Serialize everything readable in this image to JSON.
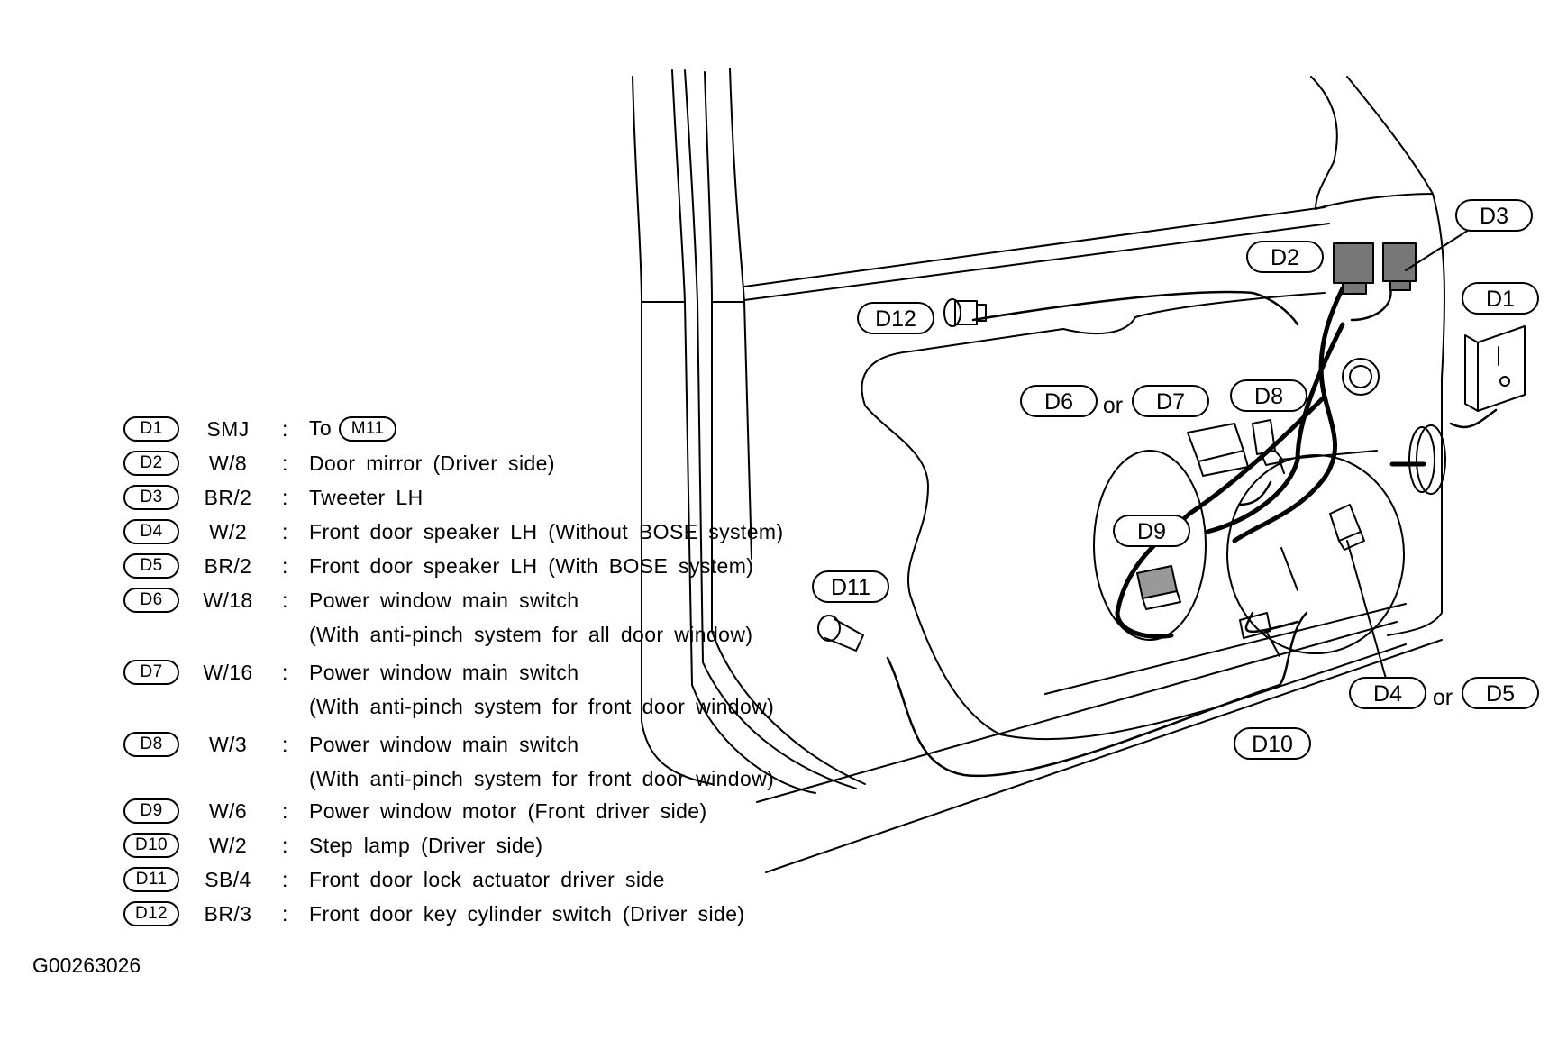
{
  "figure_id": "G00263026",
  "legend": [
    {
      "code": "D1",
      "wire": "SMJ",
      "desc": "To",
      "to_code": "M11",
      "sub": ""
    },
    {
      "code": "D2",
      "wire": "W/8",
      "desc": "Door mirror (Driver side)",
      "sub": ""
    },
    {
      "code": "D3",
      "wire": "BR/2",
      "desc": "Tweeter LH",
      "sub": ""
    },
    {
      "code": "D4",
      "wire": "W/2",
      "desc": "Front door speaker LH (Without BOSE system)",
      "sub": ""
    },
    {
      "code": "D5",
      "wire": "BR/2",
      "desc": "Front door speaker LH (With BOSE system)",
      "sub": ""
    },
    {
      "code": "D6",
      "wire": "W/18",
      "desc": "Power window main switch",
      "sub": "(With anti-pinch system for all door window)"
    },
    {
      "code": "D7",
      "wire": "W/16",
      "desc": "Power window main switch",
      "sub": "(With anti-pinch system for front door window)"
    },
    {
      "code": "D8",
      "wire": "W/3",
      "desc": "Power window main switch",
      "sub": "(With anti-pinch system for front door window)"
    },
    {
      "code": "D9",
      "wire": "W/6",
      "desc": "Power window motor (Front driver side)",
      "sub": ""
    },
    {
      "code": "D10",
      "wire": "W/2",
      "desc": "Step lamp (Driver side)",
      "sub": ""
    },
    {
      "code": "D11",
      "wire": "SB/4",
      "desc": "Front door lock actuator driver side",
      "sub": ""
    },
    {
      "code": "D12",
      "wire": "BR/3",
      "desc": "Front door key cylinder switch (Driver side)",
      "sub": ""
    }
  ],
  "callouts": {
    "d1": "D1",
    "d2": "D2",
    "d3": "D3",
    "d4": "D4",
    "d5": "D5",
    "d6": "D6",
    "d7": "D7",
    "d8": "D8",
    "d9": "D9",
    "d10": "D10",
    "d11": "D11",
    "d12": "D12",
    "or1": "or",
    "or2": "or"
  }
}
